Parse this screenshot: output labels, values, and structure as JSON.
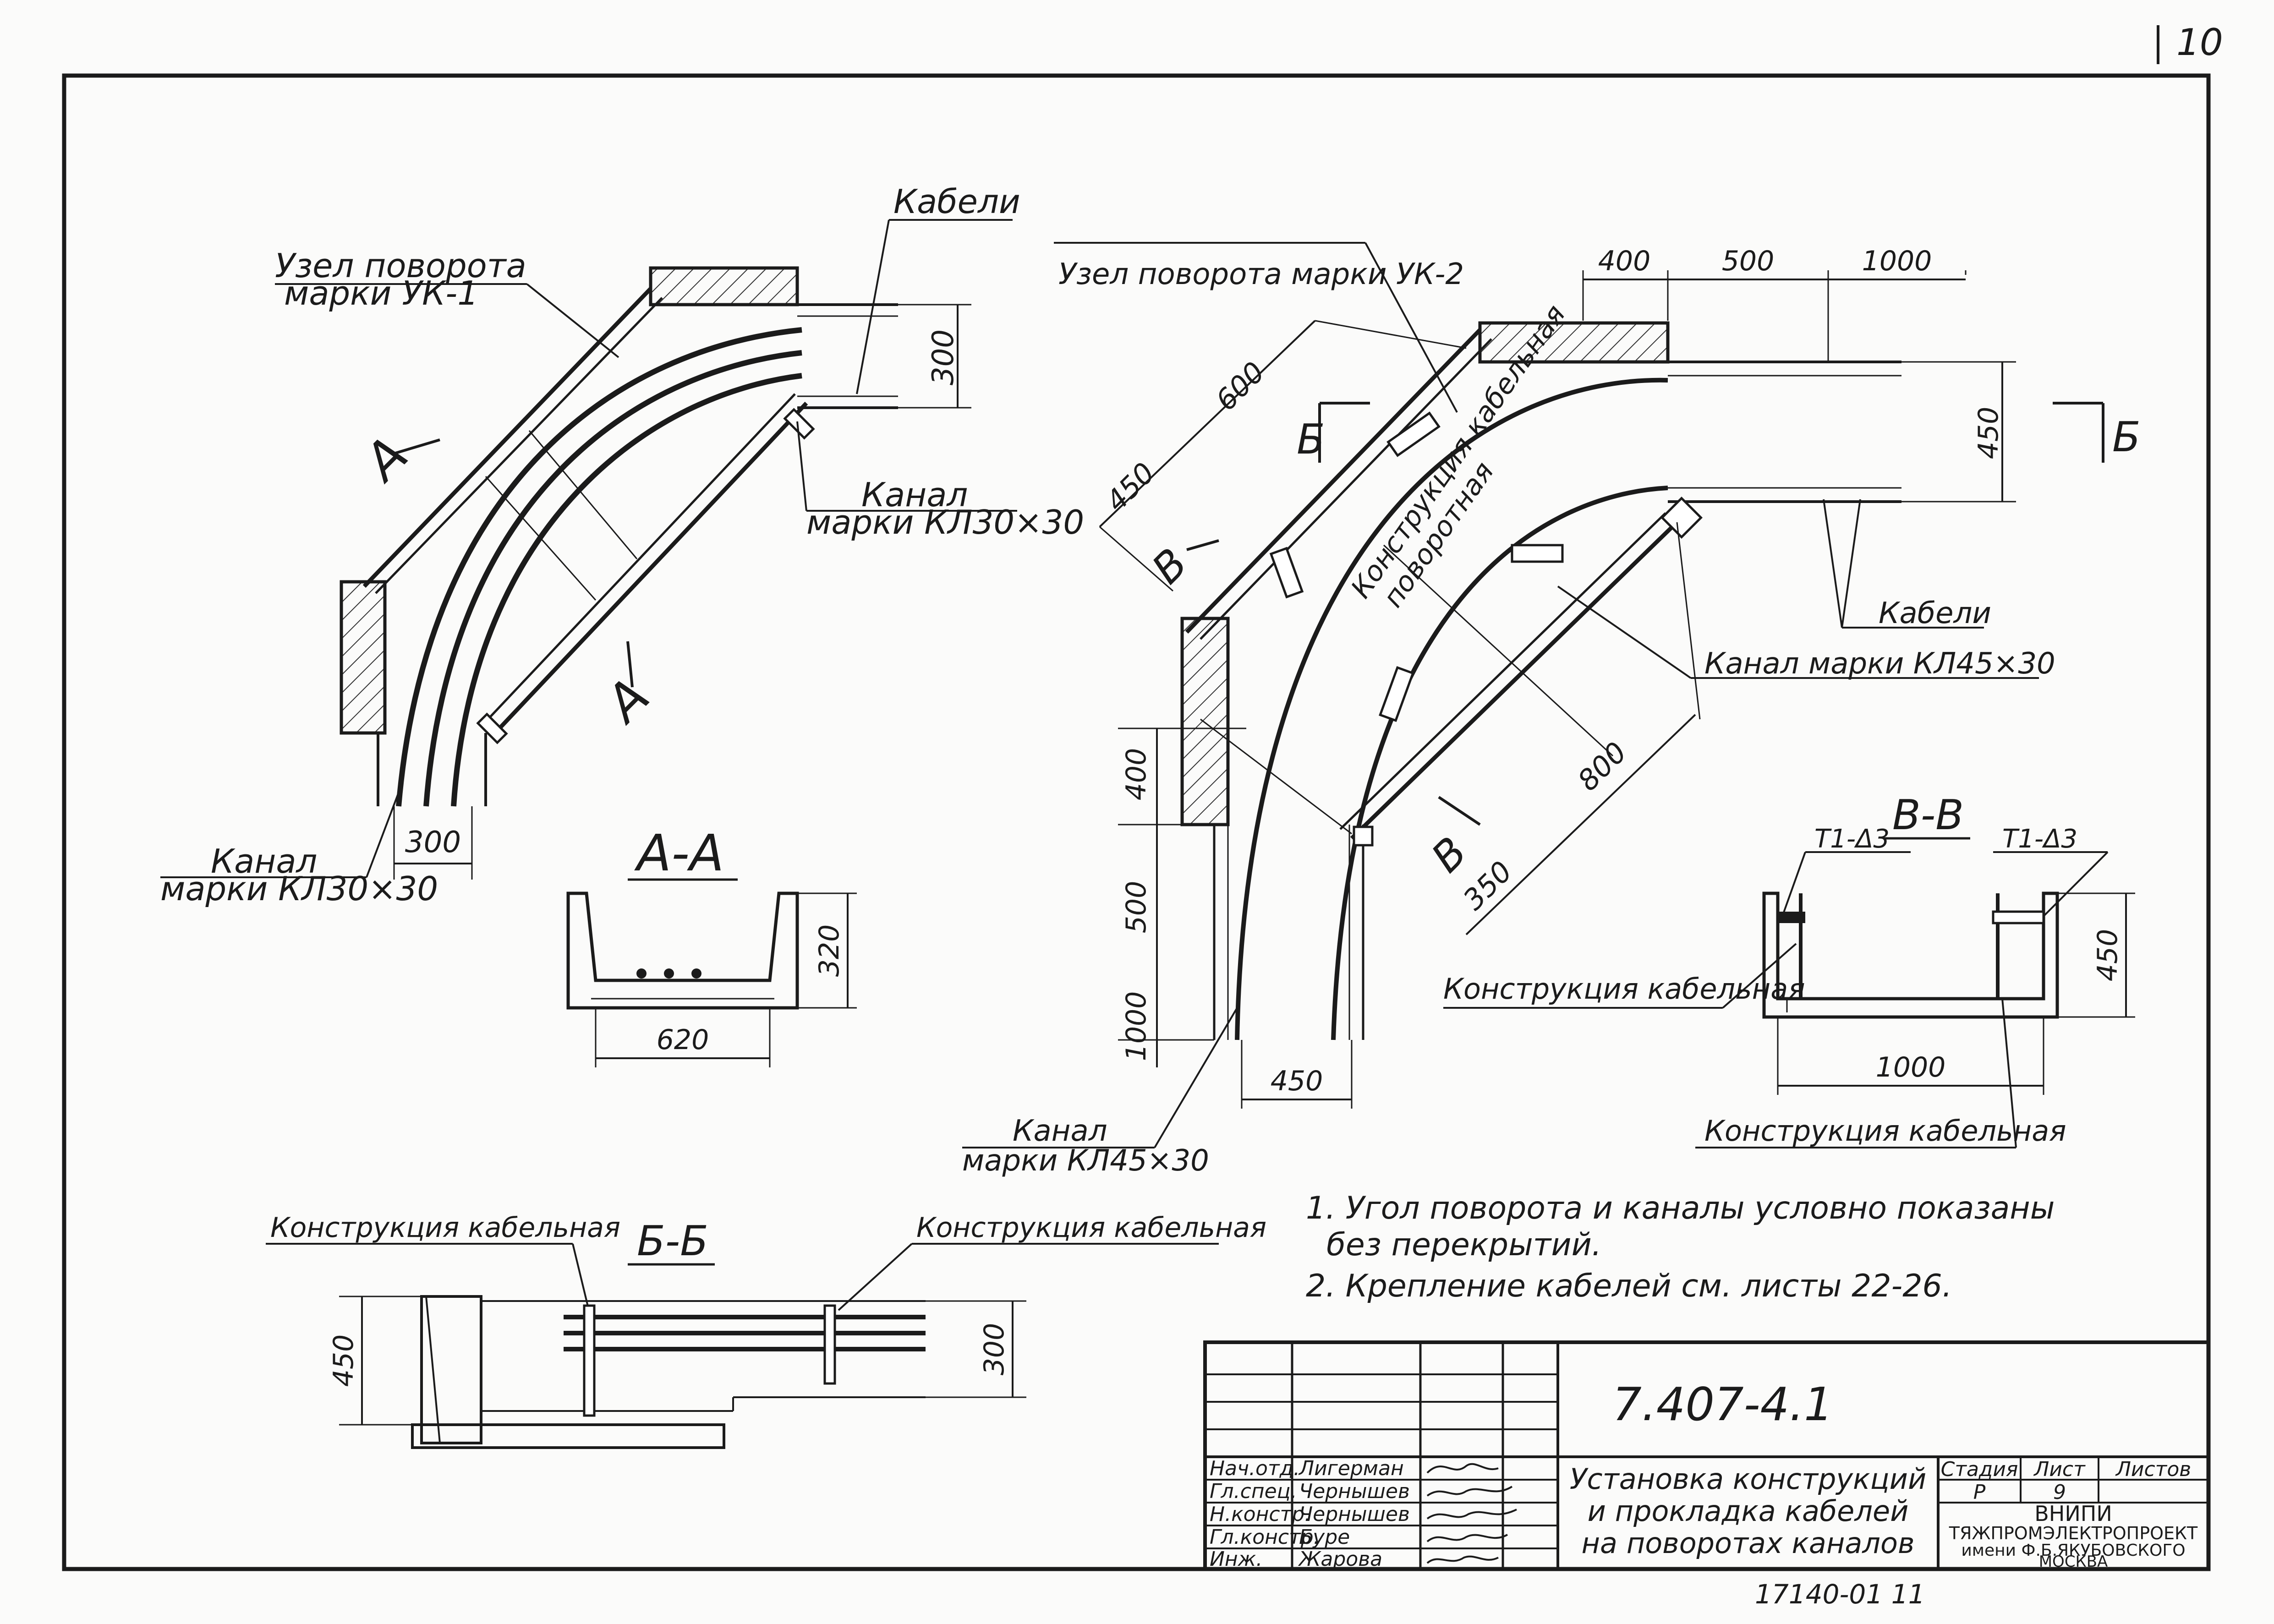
{
  "page_number": "10",
  "drawing_number": "7.407-4.1",
  "sheet_title": [
    "Установка конструкций",
    "и прокладка кабелей",
    "на поворотах каналов"
  ],
  "views": {
    "uk1": {
      "node_label": [
        "Узел поворота",
        "марки УК-1"
      ],
      "cables": "Кабели",
      "channel_right": [
        "Канал",
        "марки КЛ30×30"
      ],
      "channel_bottom": [
        "Канал",
        "марки КЛ30×30"
      ],
      "dim_300_right": "300",
      "dim_300_bottom": "300",
      "cut_a1": "А",
      "cut_a2": "А"
    },
    "uk2": {
      "node_label": "Узел поворота марки УК-2",
      "construction_rotary": [
        "Конструкция кабельная",
        "поворотная"
      ],
      "dim_400_top": "400",
      "dim_500_top": "500",
      "dim_1000_top": "1000",
      "dim_450_right": "450",
      "dim_600": "600",
      "dim_450_diag": "450",
      "dim_800": "800",
      "dim_350": "350",
      "dim_400_left": "400",
      "dim_500_left": "500",
      "dim_1000_left": "1000",
      "dim_450_bottom": "450",
      "cut_b1": "Б",
      "cut_b2": "Б",
      "cut_v1": "В",
      "cut_v2": "В",
      "cables": "Кабели",
      "channel_right": "Канал марки КЛ45×30",
      "channel_bottom": [
        "Канал",
        "марки КЛ45×30"
      ]
    }
  },
  "section_aa": {
    "title": "А-А",
    "dim_width": "620",
    "dim_height": "320"
  },
  "section_vv": {
    "title": "В-В",
    "weld_left": "Т1-Δ3",
    "weld_right": "Т1-Δ3",
    "construction_left": "Конструкция кабельная",
    "construction_right": "Конструкция кабельная",
    "dim_width": "1000",
    "dim_height": "450"
  },
  "section_bb": {
    "title": "Б-Б",
    "construction_left": "Конструкция кабельная",
    "construction_right": "Конструкция кабельная",
    "dim_left": "450",
    "dim_right": "300"
  },
  "notes": [
    "1. Угол поворота и каналы условно показаны",
    "без перекрытий.",
    "2. Крепление кабелей см. листы 22-26."
  ],
  "title_block": {
    "signatures": [
      {
        "role": "Нач.отд.",
        "name": "Лигерман"
      },
      {
        "role": "Гл.спец.",
        "name": "Чернышев"
      },
      {
        "role": "Н.констр.",
        "name": "Чернышев"
      },
      {
        "role": "Гл.констр.",
        "name": "Буре"
      },
      {
        "role": "Инж.",
        "name": "Жарова"
      }
    ],
    "stage_header": "Стадия",
    "sheet_header": "Лист",
    "sheets_header": "Листов",
    "stage_value": "Р",
    "sheet_value": "9",
    "organization": [
      "ВНИПИ",
      "ТЯЖПРОМЭЛЕКТРОПРОЕКТ",
      "имени Ф.Б.ЯКУБОВСКОГО",
      "МОСКВА"
    ]
  },
  "footer_code": "17140-01  11"
}
